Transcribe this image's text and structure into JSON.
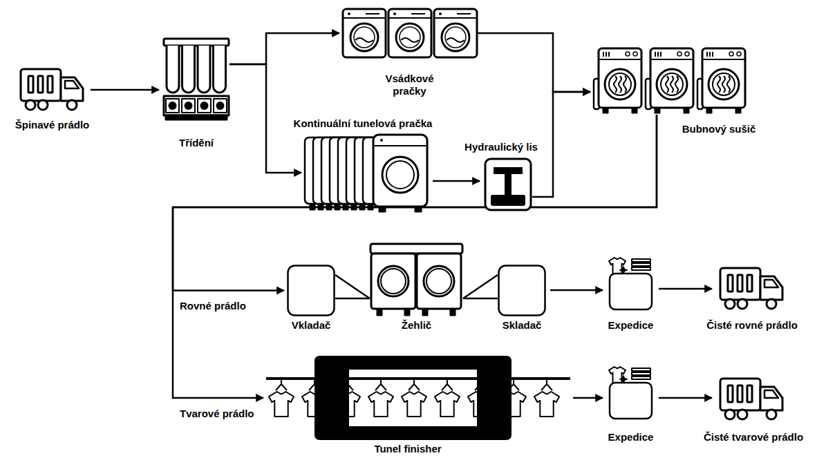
{
  "diagram": {
    "nodes": [
      {
        "text": [
          "Špinavé prádlo"
        ]
      },
      {
        "text": [
          "Třídění"
        ]
      },
      {
        "text": [
          "Vsádkové pračky"
        ]
      },
      {
        "text": [
          "Kontinuální tunelová pračka"
        ]
      },
      {
        "text": [
          "Hydraulický lis"
        ]
      },
      {
        "text": [
          "Bubnový sušič"
        ]
      },
      {
        "text": [
          "Vkladač"
        ]
      },
      {
        "text": [
          "Žehlič"
        ]
      },
      {
        "text": [
          "Skladač"
        ]
      },
      {
        "text": [
          "Expedice"
        ]
      },
      {
        "text": [
          "Čisté rovné prádlo"
        ]
      },
      {
        "text": [
          "Tunel finisher"
        ]
      },
      {
        "text": [
          "Expedice"
        ]
      },
      {
        "text": [
          "Čisté tvarové prádlo"
        ]
      }
    ],
    "edges": [
      {
        "from": 0,
        "to": 1,
        "arrow": "to"
      },
      {
        "from": 1,
        "to": 2,
        "arrow": "to"
      },
      {
        "from": 1,
        "to": 3,
        "arrow": "to"
      },
      {
        "from": 3,
        "to": 4,
        "arrow": "to"
      },
      {
        "from": 2,
        "to": 5,
        "arrow": "to"
      },
      {
        "from": 4,
        "to": 5,
        "arrow": "to"
      },
      {
        "from": 5,
        "to": 6,
        "label": "Rovné prádlo",
        "arrow": "to"
      },
      {
        "from": 6,
        "to": 7,
        "arrow": "none"
      },
      {
        "from": 7,
        "to": 8,
        "arrow": "none"
      },
      {
        "from": 8,
        "to": 9,
        "arrow": "to"
      },
      {
        "from": 9,
        "to": 10,
        "arrow": "to"
      },
      {
        "from": 5,
        "to": 11,
        "label": "Tvarové prádlo",
        "arrow": "to"
      },
      {
        "from": 11,
        "to": 12,
        "arrow": "to"
      },
      {
        "from": 12,
        "to": 13,
        "arrow": "to"
      }
    ]
  }
}
